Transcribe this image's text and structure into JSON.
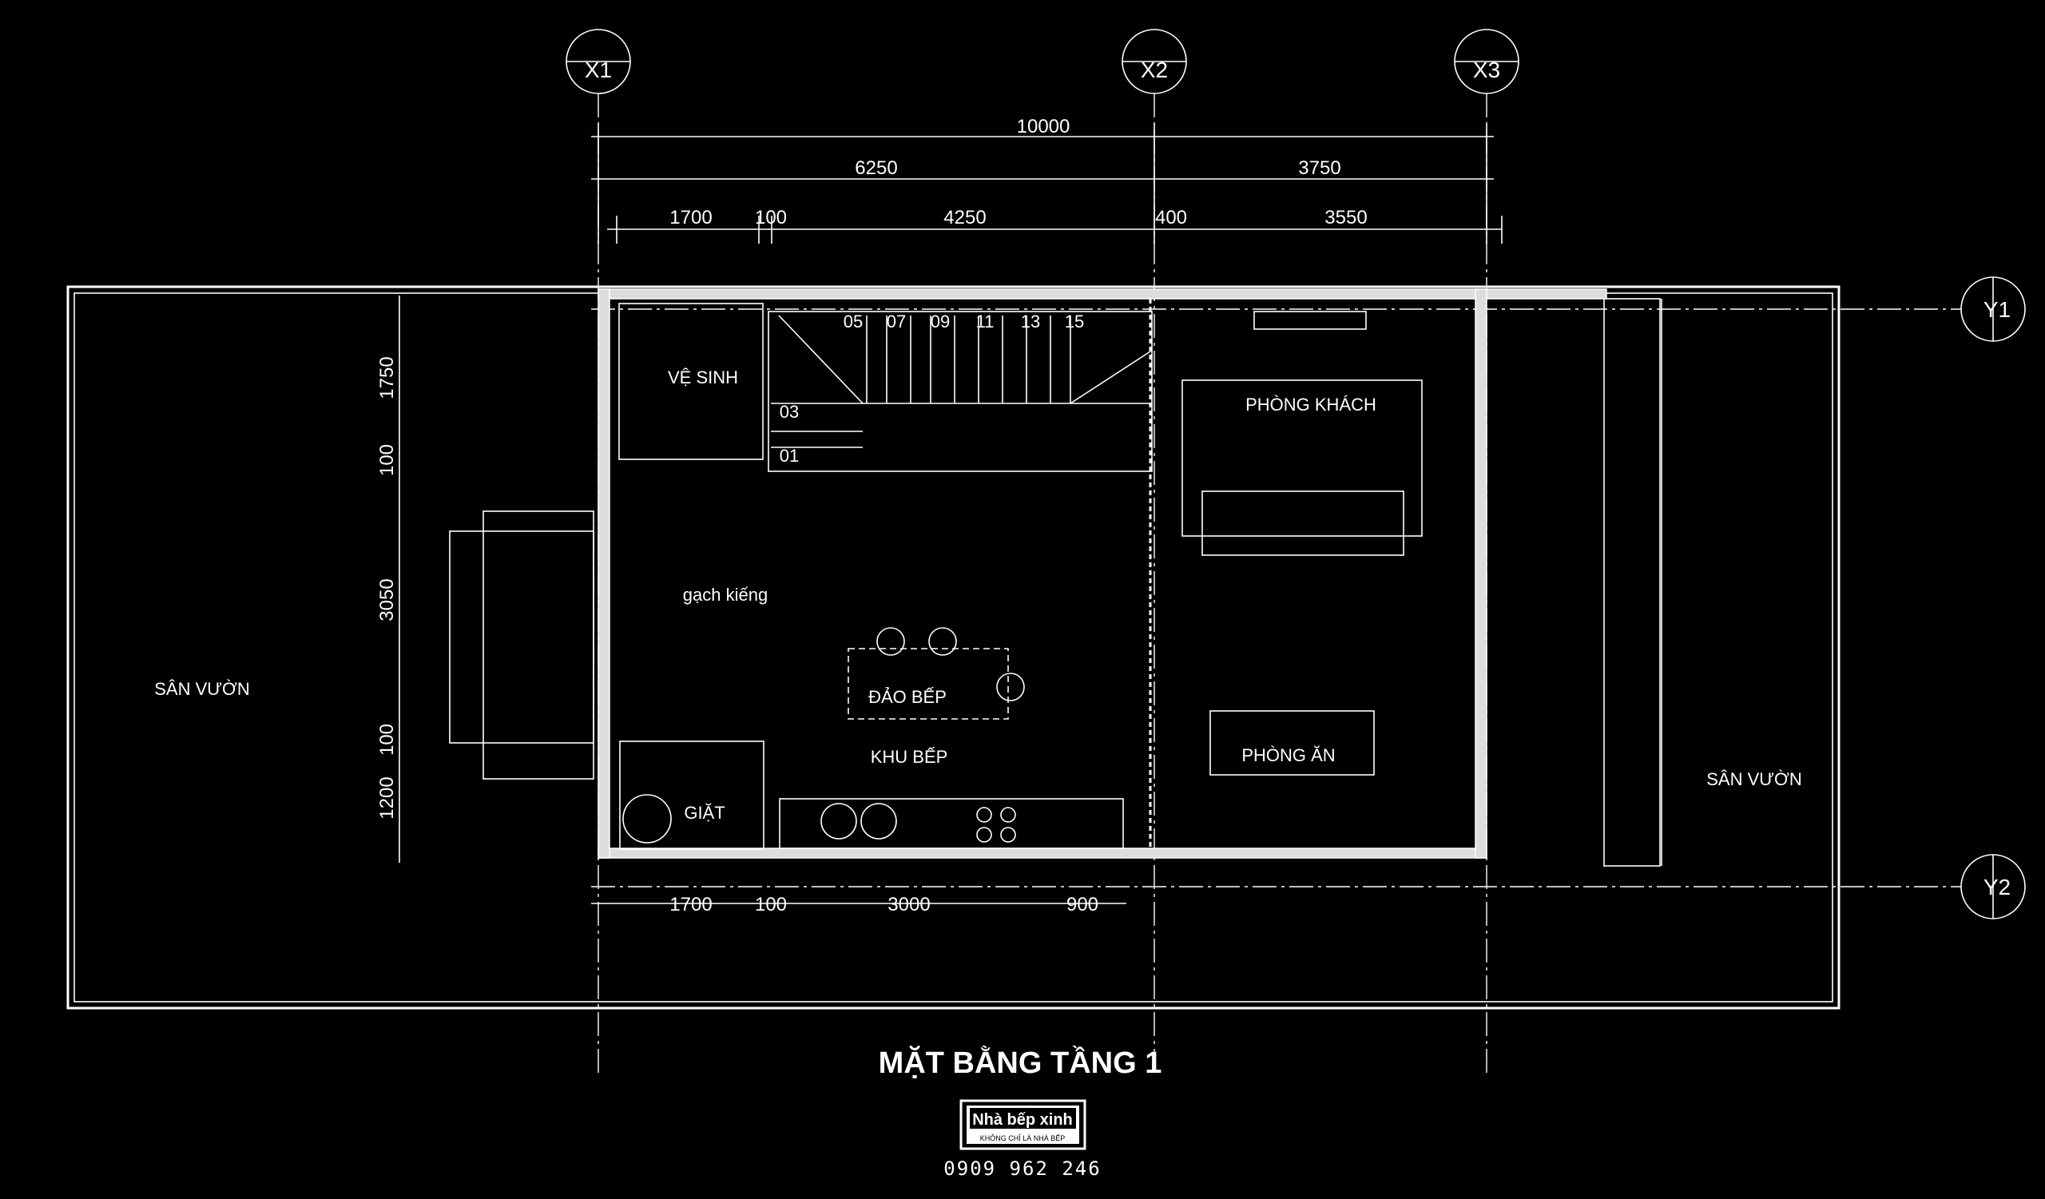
{
  "title": "MẶT BẰNG TẦNG 1",
  "grid_axes": {
    "x": [
      "X1",
      "X2",
      "X3"
    ],
    "y": [
      "Y1",
      "Y2"
    ]
  },
  "dimensions": {
    "top_overall": "10000",
    "top_mid": [
      "6250",
      "3750"
    ],
    "top_detail": [
      "1700",
      "100",
      "4250",
      "400",
      "3550"
    ],
    "left_vertical": [
      "1750",
      "100",
      "3050",
      "100",
      "1200"
    ],
    "bottom": [
      "1700",
      "100",
      "3000",
      "900"
    ]
  },
  "rooms": {
    "garden_left": "SÂN VƯỜN",
    "wc": "VỆ SINH",
    "living": "PHÒNG KHÁCH",
    "glass_block": "gạch kiếng",
    "island": "ĐẢO BẾP",
    "kitchen": "KHU BẾP",
    "laundry": "GIẶT",
    "dining": "PHÒNG ĂN",
    "garden_right": "SÂN VƯỜN"
  },
  "stair_steps": [
    "05",
    "07",
    "09",
    "11",
    "13",
    "15",
    "03",
    "01"
  ],
  "logo": {
    "brand": "Nhà bếp xinh",
    "tagline": "KHÔNG CHỈ LÀ NHÀ BẾP",
    "phone": "0909 962 246"
  }
}
